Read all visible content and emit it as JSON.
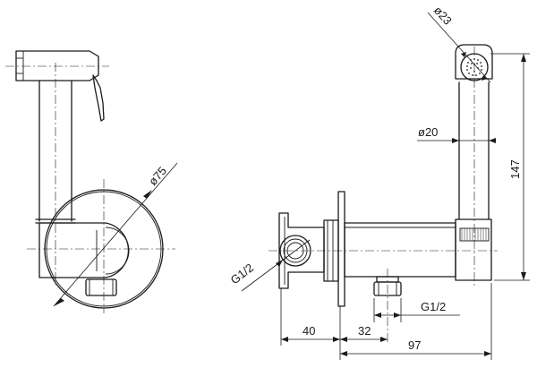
{
  "dimensions": {
    "front_flange_diameter": "ø75",
    "nozzle_diameter": "ø23",
    "handle_diameter": "ø20",
    "total_height": "147",
    "inlet_thread": "G1/2",
    "outlet_thread": "G1/2",
    "body_depth": "40",
    "outlet_offset": "32",
    "total_length": "97"
  }
}
